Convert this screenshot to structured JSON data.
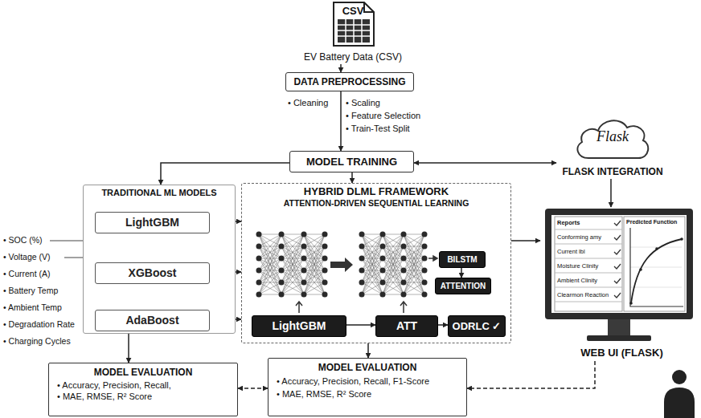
{
  "diagram": {
    "nodes": [
      {
        "text": [
          "CSV",
          "EV Battery Data (CSV)"
        ]
      },
      {
        "text": [
          "DATA PREPROCESSING"
        ]
      },
      {
        "text": [
          "MODEL TRAINING"
        ]
      },
      {
        "text": [
          "Flask",
          "FLASK INTEGRATION"
        ]
      },
      {
        "text": [
          "TRADITIONAL ML MODELS"
        ]
      },
      {
        "text": [
          "LightGBM"
        ],
        "in": 4
      },
      {
        "text": [
          "XGBoost"
        ],
        "in": 4
      },
      {
        "text": [
          "AdaBoost"
        ],
        "in": 4
      },
      {
        "text": [
          "HYBRID DLML FRAMEWORK",
          "ATTENTION-DRIVEN SEQUENTIAL LEARNING"
        ]
      },
      {
        "text": [
          "BILSTM"
        ],
        "in": 8
      },
      {
        "text": [
          "ATTENTION"
        ],
        "in": 8
      },
      {
        "text": [
          "LightGBM"
        ],
        "in": 8
      },
      {
        "text": [
          "ATT"
        ],
        "in": 8
      },
      {
        "text": [
          "ODRLC ✓"
        ],
        "in": 8
      },
      {
        "text": [
          "WEB UI (FLASK)"
        ]
      },
      {
        "text": [
          "MODEL EVALUATION",
          "• Accuracy, Precision, Recall,",
          "• MAE, RMSE, R² Score"
        ]
      },
      {
        "text": [
          "MODEL EVALUATION",
          "• Accuracy, Precision, Recall, F1-Score",
          "• MAE, RMSE, R² Score"
        ]
      }
    ],
    "edges": [
      {
        "from": 0,
        "to": 1,
        "arrow": "to"
      },
      {
        "from": 1,
        "to": 2,
        "arrow": "to"
      },
      {
        "from": 2,
        "to": 3,
        "arrow": "both"
      },
      {
        "from": 3,
        "to": 14,
        "arrow": "to"
      },
      {
        "from": 2,
        "to": 4,
        "arrow": "to"
      },
      {
        "from": 2,
        "to": 8,
        "arrow": "to"
      },
      {
        "from": 5,
        "to": 8,
        "arrow": "to"
      },
      {
        "from": 6,
        "to": 8,
        "arrow": "to"
      },
      {
        "from": 7,
        "to": 8,
        "arrow": "to"
      },
      {
        "from": 9,
        "to": 10,
        "arrow": "to"
      },
      {
        "from": 11,
        "to": 12,
        "arrow": "to"
      },
      {
        "from": 12,
        "to": 13,
        "arrow": "to"
      },
      {
        "from": 8,
        "to": 14,
        "arrow": "to"
      },
      {
        "from": 4,
        "to": 15,
        "arrow": "to"
      },
      {
        "from": 8,
        "to": 16,
        "arrow": "to"
      },
      {
        "from": 15,
        "to": 16,
        "arrow": "both"
      },
      {
        "from": 14,
        "to": 16,
        "arrow": "to"
      }
    ],
    "labels": [
      "• Cleaning",
      "• Scaling",
      "• Feature Selection",
      "• Train-Test Split",
      "• SOC (%)",
      "• Voltage (V)",
      "• Current (A)",
      "• Battery Temp",
      "• Ambient Temp",
      "• Degradation Rate",
      "• Charging Cycles",
      "Reports",
      "Conforming amy",
      "Current lbl",
      "Moisture Clinity",
      "Ambient Clinity",
      "Clearmon Reaction",
      "Predicted Function"
    ]
  }
}
